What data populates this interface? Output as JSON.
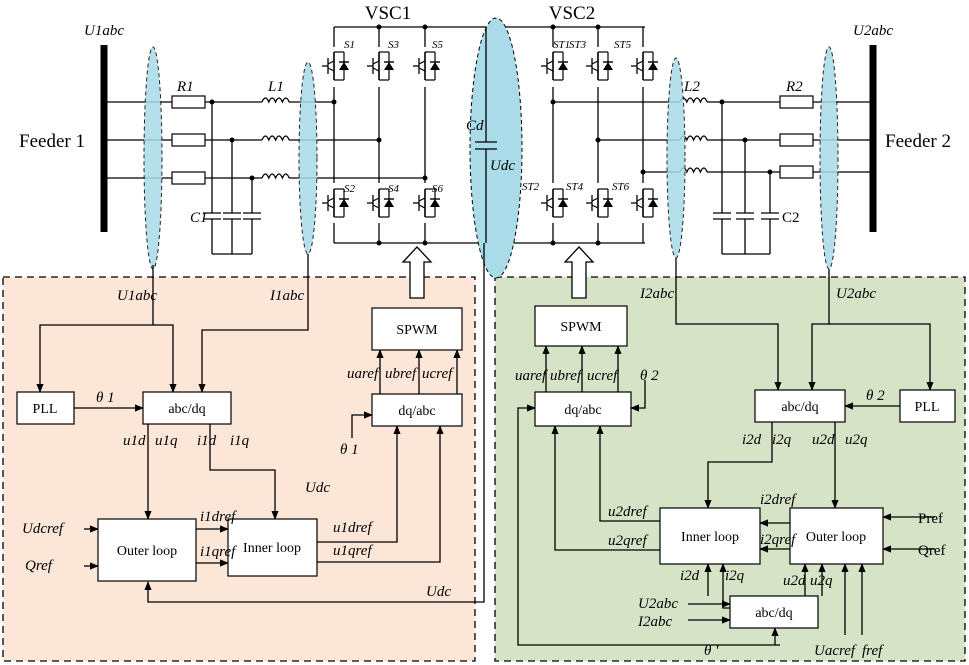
{
  "colors": {
    "left_panel": "#fbe6d8",
    "right_panel": "#d6e3c6",
    "ellipse": "#a9dbe8"
  },
  "labels": {
    "vsc1": "VSC1",
    "vsc2": "VSC2",
    "feeder1": "Feeder 1",
    "feeder2": "Feeder 2",
    "u1abc_top": "U1abc",
    "u2abc_top": "U2abc",
    "r1": "R1",
    "l1": "L1",
    "c1": "C1",
    "r2": "R2",
    "l2": "L2",
    "c2": "C2",
    "cd": "Cd",
    "udc_cap": "Udc",
    "s1": "S1",
    "s2": "S2",
    "s3": "S3",
    "s4": "S4",
    "s5": "S5",
    "s6": "S6",
    "st1": "ST1",
    "st2": "ST2",
    "st3": "ST3",
    "st4": "ST4",
    "st5": "ST5",
    "st6": "ST6",
    "left": {
      "u1abc": "U1abc",
      "i1abc": "I1abc",
      "theta1": "θ 1",
      "theta1b": "θ 1",
      "u1d": "u1d",
      "u1q": "u1q",
      "i1d": "i1d",
      "i1q": "i1q",
      "udc": "Udc",
      "udc_bottom": "Udc",
      "udcref": "Udcref",
      "qref": "Qref",
      "i1dref": "i1dref",
      "i1qref": "i1qref",
      "u1dref": "u1dref",
      "u1qref": "u1qref",
      "uaref": "uaref",
      "ubref": "ubref",
      "ucref": "ucref"
    },
    "right": {
      "i2abc": "I2abc",
      "u2abc": "U2abc",
      "theta2": "θ 2",
      "theta2b": "θ 2",
      "i2d": "i2d",
      "i2q": "i2q",
      "u2d": "u2d",
      "u2q": "u2q",
      "u2dref": "u2dref",
      "u2qref": "u2qref",
      "i2dref": "i2dref",
      "i2qref": "i2qref",
      "pref": "Pref",
      "qref": "Qref",
      "i2d_b": "i2d",
      "i2q_b": "i2q",
      "u2d_b": "u2d",
      "u2q_b": "u2q",
      "u2abc_in": "U2abc",
      "i2abc_in": "I2abc",
      "theta_prime": "θ '",
      "uacref": "Uacref",
      "fref": "fref",
      "uaref": "uaref",
      "ubref": "ubref",
      "ucref": "ucref"
    }
  },
  "blocks": {
    "pll1": "PLL",
    "abcdq1": "abc/dq",
    "outer1": "Outer loop",
    "inner1": "Inner loop",
    "spwm1": "SPWM",
    "dqabc1": "dq/abc",
    "spwm2": "SPWM",
    "dqabc2": "dq/abc",
    "abcdq2": "abc/dq",
    "pll2": "PLL",
    "inner2": "Inner loop",
    "outer2": "Outer loop",
    "abcdq3": "abc/dq"
  }
}
